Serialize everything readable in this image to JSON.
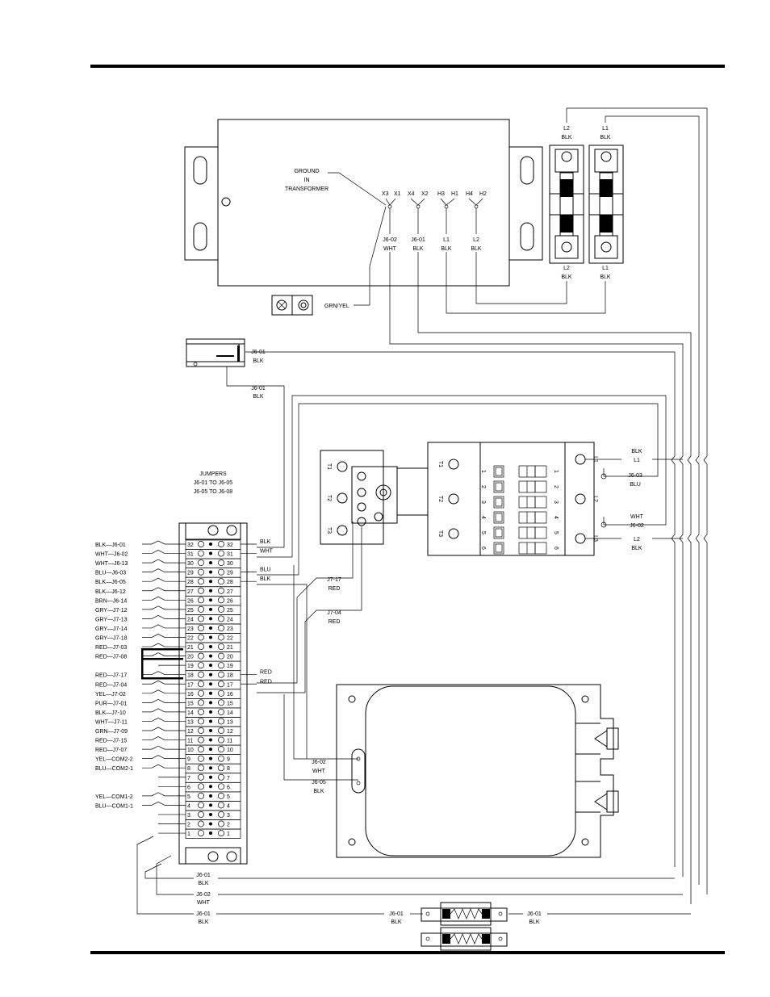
{
  "transformer": {
    "ground_note": [
      "GROUND",
      "IN",
      "TRANSFORMER"
    ],
    "terminals": [
      "X3",
      "X1",
      "X4",
      "X2",
      "H3",
      "H1",
      "H4",
      "H2"
    ],
    "leads": [
      {
        "a": "J6-02",
        "b": "WHT"
      },
      {
        "a": "J6-01",
        "b": "BLK"
      },
      {
        "a": "L1",
        "b": "BLK"
      },
      {
        "a": "L2",
        "b": "BLK"
      }
    ],
    "ground_wire": "GRN/YEL"
  },
  "fuses": {
    "top": [
      {
        "a": "L2",
        "b": "BLK"
      },
      {
        "a": "L1",
        "b": "BLK"
      }
    ],
    "bottom": [
      {
        "a": "L2",
        "b": "BLK"
      },
      {
        "a": "L1",
        "b": "BLK"
      }
    ]
  },
  "switch": {
    "a": "J6-01",
    "b": "BLK",
    "lead_a": "J6-01",
    "lead_b": "BLK"
  },
  "jumpers": {
    "title": "JUMPERS",
    "lines": [
      "J6-01 TO J6-05",
      "J6-05 TO J6-08"
    ]
  },
  "terminal_block": {
    "numbers": [
      "32",
      "31",
      "30",
      "29",
      "28",
      "27",
      "26",
      "25",
      "24",
      "23",
      "22",
      "21",
      "20",
      "19",
      "18",
      "17",
      "16",
      "15",
      "14",
      "13",
      "12",
      "11",
      "10",
      "9",
      "8",
      "7",
      "6",
      "5",
      "4",
      "3",
      "2",
      "1"
    ],
    "left_labels": [
      "BLK—J6-01",
      "WHT—J6-02",
      "WHT—J6-13",
      "BLU—J6-03",
      "BLK—J6-05",
      "BLK—J6-12",
      "BRN—J6-14",
      "GRY—J7-12",
      "GRY—J7-13",
      "GRY—J7-14",
      "GRY—J7-18",
      "RED—J7-03",
      "RED—J7-08",
      "",
      "RED—J7-17",
      "RED—J7-04",
      "YEL—J7-02",
      "PUR—J7-01",
      "BLK—J7-10",
      "WHT—J7-11",
      "GRN—J7-09",
      "RED—J7-15",
      "RED—J7-07",
      "YEL—COM2-2",
      "BLU—COM2-1",
      "",
      "",
      "YEL—COM1-2",
      "BLU—COM1-1",
      "",
      "",
      ""
    ],
    "right_wires": [
      {
        "pos": 32,
        "label": "BLK"
      },
      {
        "pos": 31,
        "label": "WHT"
      },
      {
        "pos": 29,
        "label": "BLU"
      },
      {
        "pos": 28,
        "label": "BLK"
      },
      {
        "pos": 18,
        "label": "RED"
      },
      {
        "pos": 17,
        "label": "RED"
      }
    ]
  },
  "contactor": {
    "left_terms": [
      "T1",
      "T2",
      "T3"
    ],
    "right_terms": [
      "L1",
      "L2",
      "L3"
    ],
    "numbers": [
      "1",
      "2",
      "3",
      "4",
      "5",
      "6"
    ],
    "line_labels": [
      {
        "a": "BLK",
        "b": "L1"
      },
      {
        "a": "J6-03",
        "b": "BLU"
      },
      {
        "a": "WHT",
        "b": "J6-02"
      },
      {
        "a": "L2",
        "b": "BLK"
      }
    ]
  },
  "relay_leads": [
    {
      "a": "J7-17",
      "b": "RED"
    },
    {
      "a": "J7-04",
      "b": "RED"
    }
  ],
  "motor_leads": [
    {
      "a": "J6-02",
      "b": "WHT"
    },
    {
      "a": "J6-05",
      "b": "BLK"
    }
  ],
  "bottom_leads": [
    {
      "a": "J6-01",
      "b": "BLK"
    },
    {
      "a": "J6-02",
      "b": "WHT"
    },
    {
      "a": "J6-01",
      "b": "BLK"
    },
    {
      "a": "J6-01",
      "b": "BLK"
    },
    {
      "a": "J6-01",
      "b": "BLK"
    }
  ]
}
